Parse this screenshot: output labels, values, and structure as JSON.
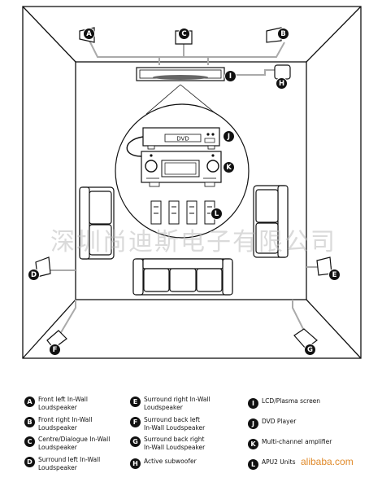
{
  "watermark": "深圳尚迪斯电子有限公司",
  "footer_mark": "alibaba.com",
  "markers": {
    "A": "A",
    "B": "B",
    "C": "C",
    "D": "D",
    "E": "E",
    "F": "F",
    "G": "G",
    "H": "H",
    "I": "I",
    "J": "J",
    "K": "K",
    "L": "L"
  },
  "dvd_label": "DVD",
  "legend": [
    {
      "key": "A",
      "text": "Front left In-Wall\nLoudspeaker"
    },
    {
      "key": "B",
      "text": "Front right In-Wall\nLoudspeaker"
    },
    {
      "key": "C",
      "text": "Centre/Dialogue In-Wall\nLoudspeaker"
    },
    {
      "key": "D",
      "text": "Surround left In-Wall\nLoudspeaker"
    },
    {
      "key": "E",
      "text": "Surround right In-Wall\nLoudspeaker"
    },
    {
      "key": "F",
      "text": "Surround back left\nIn-Wall Loudspeaker"
    },
    {
      "key": "G",
      "text": "Surround back right\nIn-Wall Loudspeaker"
    },
    {
      "key": "H",
      "text": "Active subwoofer"
    },
    {
      "key": "I",
      "text": "LCD/Plasma screen"
    },
    {
      "key": "J",
      "text": "DVD Player"
    },
    {
      "key": "K",
      "text": "Multi-channel amplifier"
    },
    {
      "key": "L",
      "text": "APU2 Units"
    }
  ]
}
